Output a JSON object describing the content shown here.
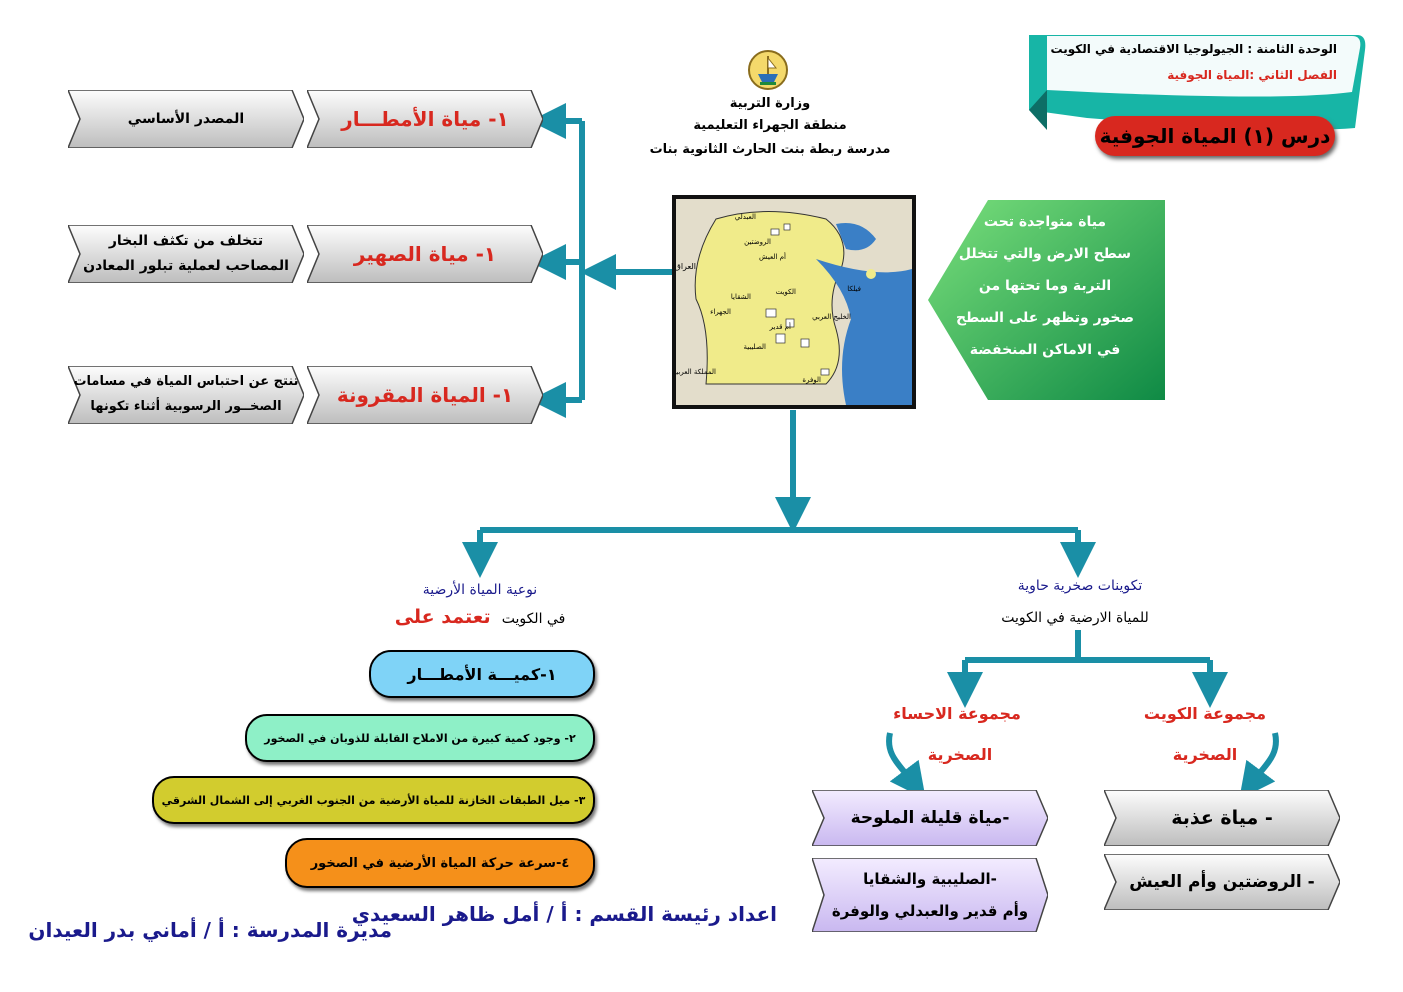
{
  "header": {
    "unit": "الوحدة الثامنة : الجيولوجيا الاقتصادية في الكويت",
    "chapter": "الفصل الثاني :المياة الجوفية",
    "lesson": "درس (١) المياة الجوفية"
  },
  "school": {
    "ministry": "وزارة التربية",
    "district": "منطقة الجهراء التعليمية",
    "name": "مدرسة ربطة بنت الحارث الثانوية بنات"
  },
  "definition": {
    "lines": [
      "مياة متواجدة تحت",
      "سطح الارض والتي تتخلل",
      "التربة وما تحتها من",
      "صخور وتظهر على السطح",
      "في الاماكن المنخفضة"
    ]
  },
  "water_types": [
    {
      "label": "١- مياة الأمطـــار",
      "desc": [
        "المصدر الأساسي"
      ]
    },
    {
      "label": "١- مياة الصهير",
      "desc": [
        "تتخلف من تكثف البخار",
        "المصاحب لعملية تبلور المعادن"
      ]
    },
    {
      "label": "١- المياة المقرونة",
      "desc": [
        "تنتج عن احتباس المياة في مسامات",
        "الصخــور الرسوبية أثناء تكونها"
      ]
    }
  ],
  "quality": {
    "title_line1": "نوعية المياة الأرضية",
    "title_line2": "في الكويت",
    "title_emph": "تعتمد على",
    "factors": [
      {
        "text": "١-كميـــة الأمطـــار",
        "color": "#7fd3f7"
      },
      {
        "text": "٢- وجود كمية كبيرة من الاملاح القابلة للذوبان في الصخور",
        "color": "#8ef0c7"
      },
      {
        "text": "٣- ميل الطبقات الخازنة للمياة الأرضية من الجنوب الغربي إلى الشمال الشرقي",
        "color": "#d2cc2e"
      },
      {
        "text": "٤-سرعة حركة المياة الأرضية في الصخور",
        "color": "#f5901a"
      }
    ]
  },
  "formations": {
    "title_line1": "تكوينات صخرية حاوية",
    "title_line2": "للمياة الارضية في الكويت",
    "kuwait_group": {
      "title_line1": "مجموعة الكويت",
      "title_line2": "الصخرية",
      "water": "- مياة عذبة",
      "locations": [
        "- الروضتين وأم العيش"
      ]
    },
    "ahsa_group": {
      "title_line1": "مجموعة الاحساء",
      "title_line2": "الصخرية",
      "water": "-مياة قليلة الملوحة",
      "locations": [
        "-الصليبية والشقايا",
        "وأم قدير والعبدلي والوفرة"
      ]
    }
  },
  "map": {
    "labels": [
      "العراق",
      "الجهراء",
      "الكويت",
      "الخليج العربي",
      "فيلكا",
      "المملكة العربية السعودية",
      "الوفرة",
      "العبدلي",
      "الروضتين",
      "أم العيش",
      "الشقايا",
      "الصليبية",
      "أم قدير"
    ]
  },
  "footer": {
    "prepared_by": "اعداد رئيسة القسم : أ / أمل ظاهر السعيدي",
    "principal": "مديرة المدرسة : أ / أماني بدر العيدان"
  },
  "colors": {
    "connector": "#1a8fa6",
    "accent_red": "#d8281f",
    "navy": "#1a1a8c",
    "banner_teal": "#17b5a6",
    "definition_green": "#1fae5a"
  }
}
